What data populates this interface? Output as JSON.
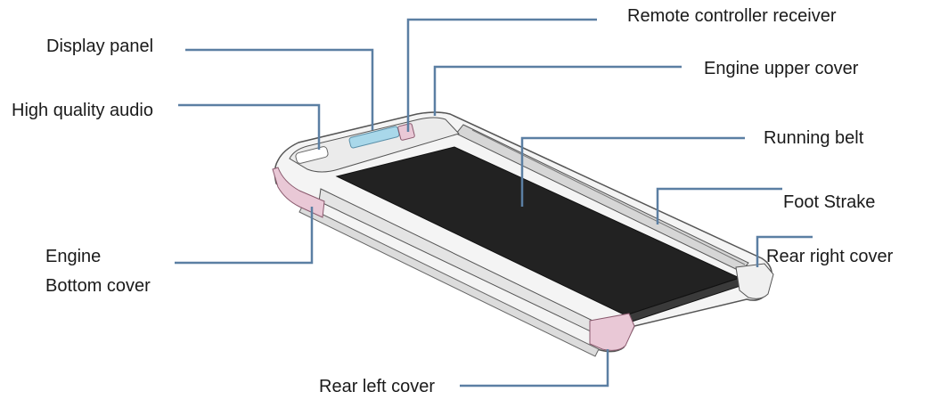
{
  "labels": {
    "remote_controller_receiver": "Remote controller receiver",
    "display_panel": "Display panel",
    "engine_upper_cover": "Engine upper cover",
    "high_quality_audio": "High quality audio",
    "running_belt": "Running belt",
    "foot_strake": "Foot Strake",
    "engine_bottom_cover_line1": "Engine",
    "engine_bottom_cover_line2": "Bottom cover",
    "rear_right_cover": "Rear right cover",
    "rear_left_cover": "Rear left cover"
  },
  "colors": {
    "leader_line": "#5b7fa3",
    "belt": "#222222",
    "frame_outline": "#555555",
    "pink_cover": "#e9c8d6",
    "display_blue": "#a9d8ea"
  }
}
